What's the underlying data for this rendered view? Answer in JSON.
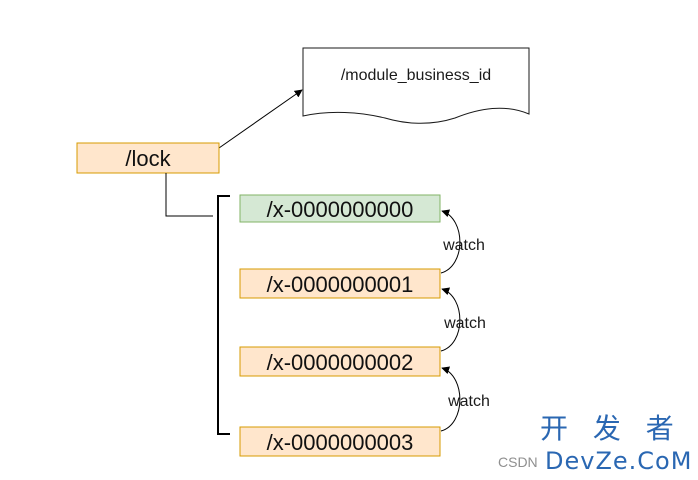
{
  "diagram": {
    "lock_node": {
      "label": "/lock"
    },
    "document_node": {
      "label": "/module_business_id"
    },
    "children": [
      {
        "label": "/x-0000000000",
        "state": "holding"
      },
      {
        "label": "/x-0000000001",
        "state": "waiting"
      },
      {
        "label": "/x-0000000002",
        "state": "waiting"
      },
      {
        "label": "/x-0000000003",
        "state": "waiting"
      }
    ],
    "watch_edges": [
      {
        "label": "watch"
      },
      {
        "label": "watch"
      },
      {
        "label": "watch"
      }
    ]
  },
  "watermark": {
    "cn": "开 发 者",
    "en": "DevZe.CoM",
    "csdn": "CSDN"
  },
  "colors": {
    "orange_fill": "#ffe6cc",
    "orange_stroke": "#d79b00",
    "green_fill": "#d5e8d4",
    "green_stroke": "#82b366",
    "line": "#000000",
    "watermark_blue": "#1f5fae"
  }
}
